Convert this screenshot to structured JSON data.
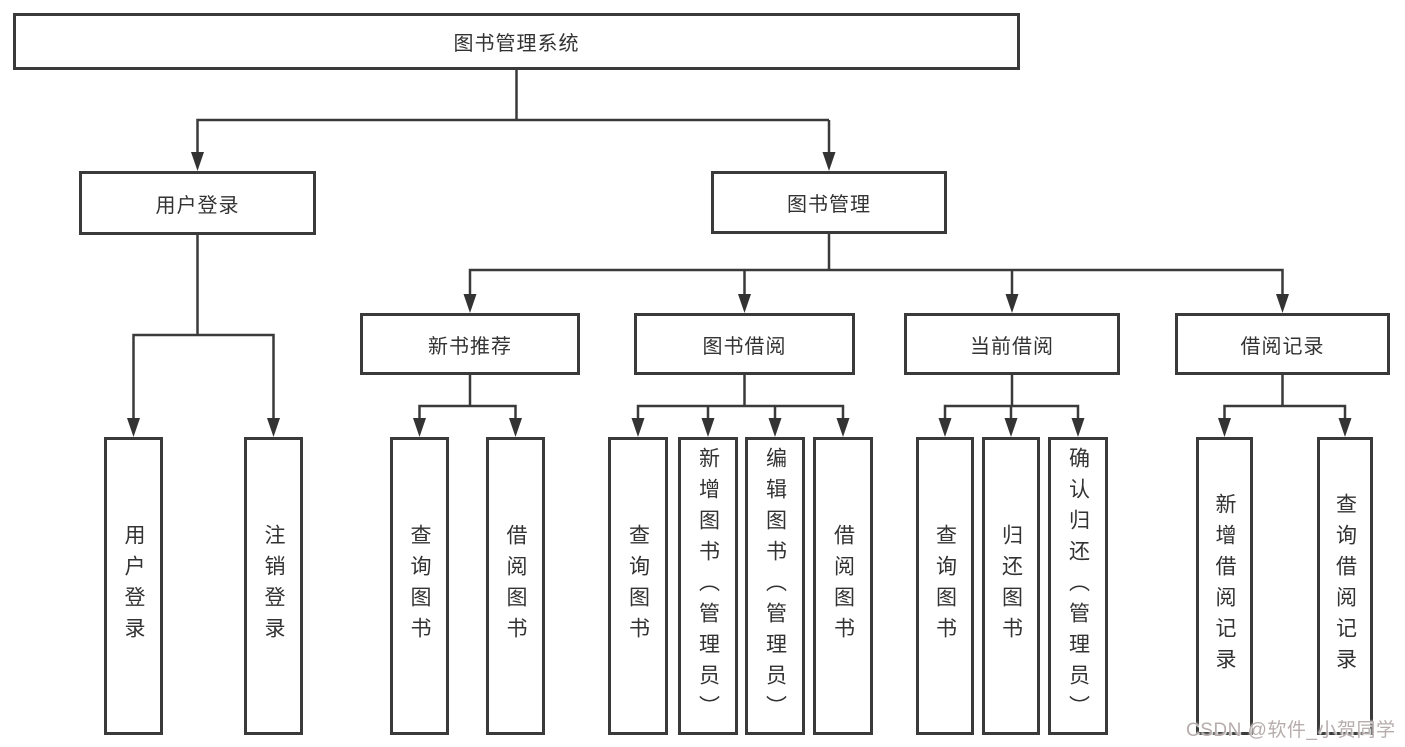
{
  "diagram": {
    "root_label": "图书管理系统",
    "level2": [
      {
        "label": "用户登录"
      },
      {
        "label": "图书管理"
      }
    ],
    "level3": [
      {
        "label": "新书推荐"
      },
      {
        "label": "图书借阅"
      },
      {
        "label": "当前借阅"
      },
      {
        "label": "借阅记录"
      }
    ],
    "leaves": {
      "user_login": [
        "用户登录",
        "注销登录"
      ],
      "new_book": [
        "查询图书",
        "借阅图书"
      ],
      "book_borrow": [
        "查询图书",
        "新增图书（管理员）",
        "编辑图书（管理员）",
        "借阅图书"
      ],
      "current_borrow": [
        "查询图书",
        "归还图书",
        "确认归还（管理员）"
      ],
      "borrow_record": [
        "新增借阅记录",
        "查询借阅记录"
      ]
    },
    "line_color": "#3a3a3a",
    "box_background": "#ffffff",
    "text_color": "#333333"
  },
  "watermark": {
    "text": "CSDN @软件_小贺同学"
  }
}
